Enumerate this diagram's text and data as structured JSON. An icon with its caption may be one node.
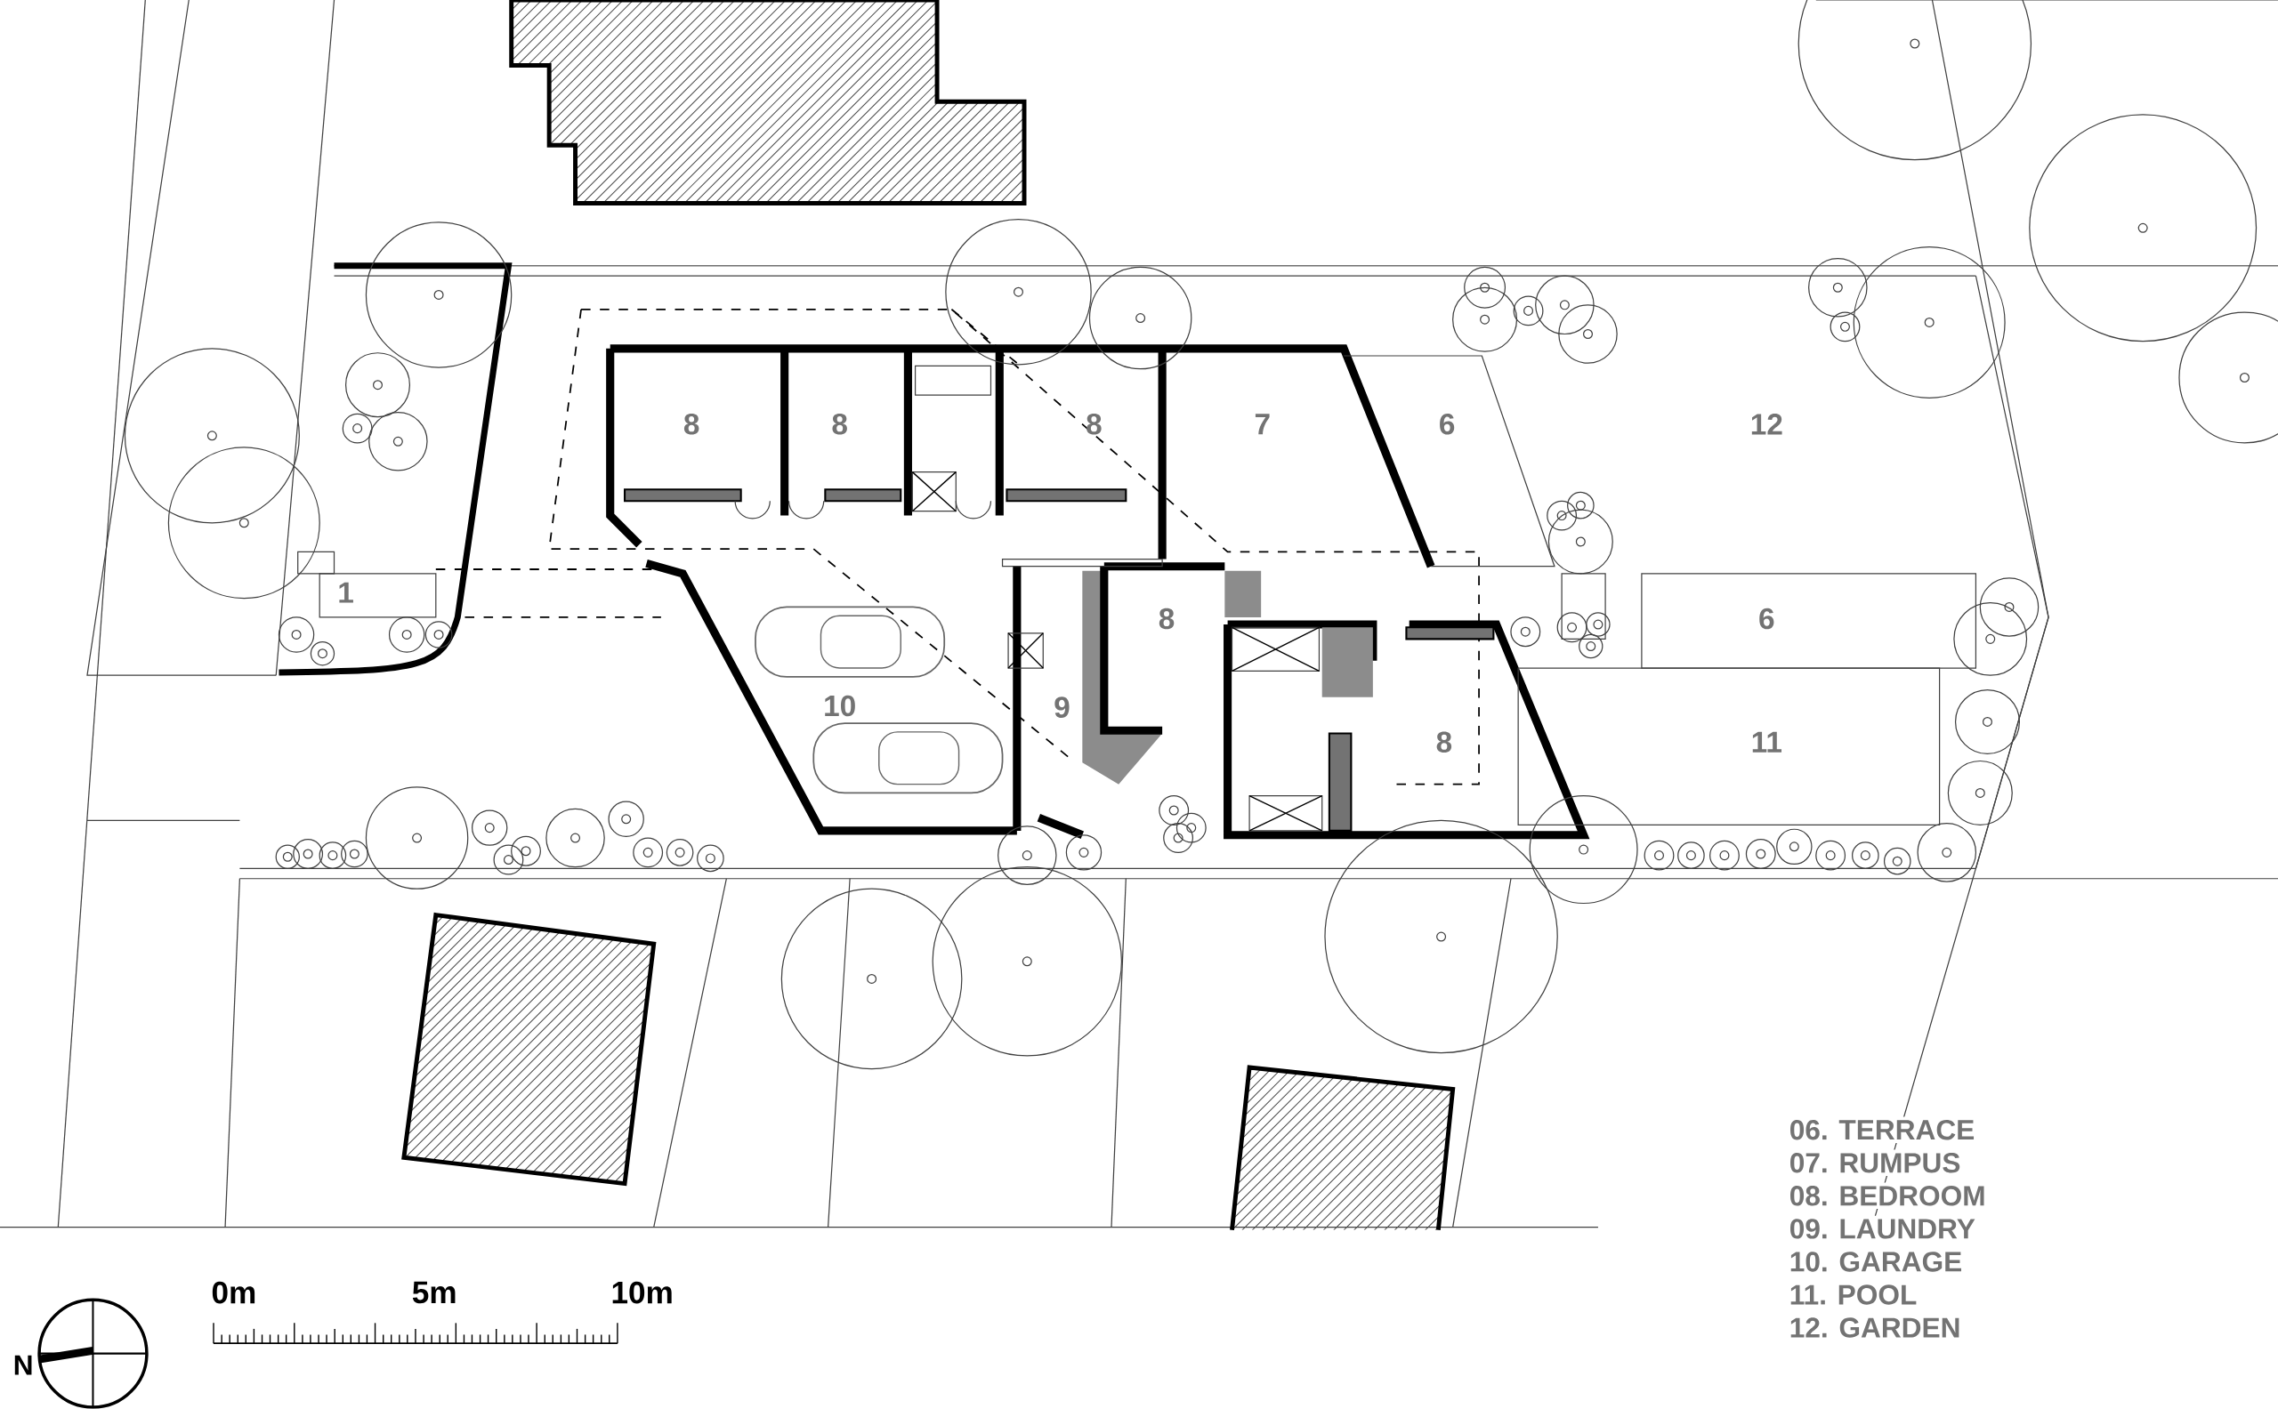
{
  "diagram": {
    "labels": [
      "1",
      "8",
      "8",
      "8",
      "7",
      "6",
      "12",
      "8",
      "6",
      "10",
      "9",
      "8",
      "11",
      "06. TERRACE",
      "07. RUMPUS",
      "08. BEDROOM",
      "09. LAUNDRY",
      "10. GARAGE",
      "11. POOL",
      "12. GARDEN",
      "0m",
      "5m",
      "10m",
      "N"
    ]
  }
}
